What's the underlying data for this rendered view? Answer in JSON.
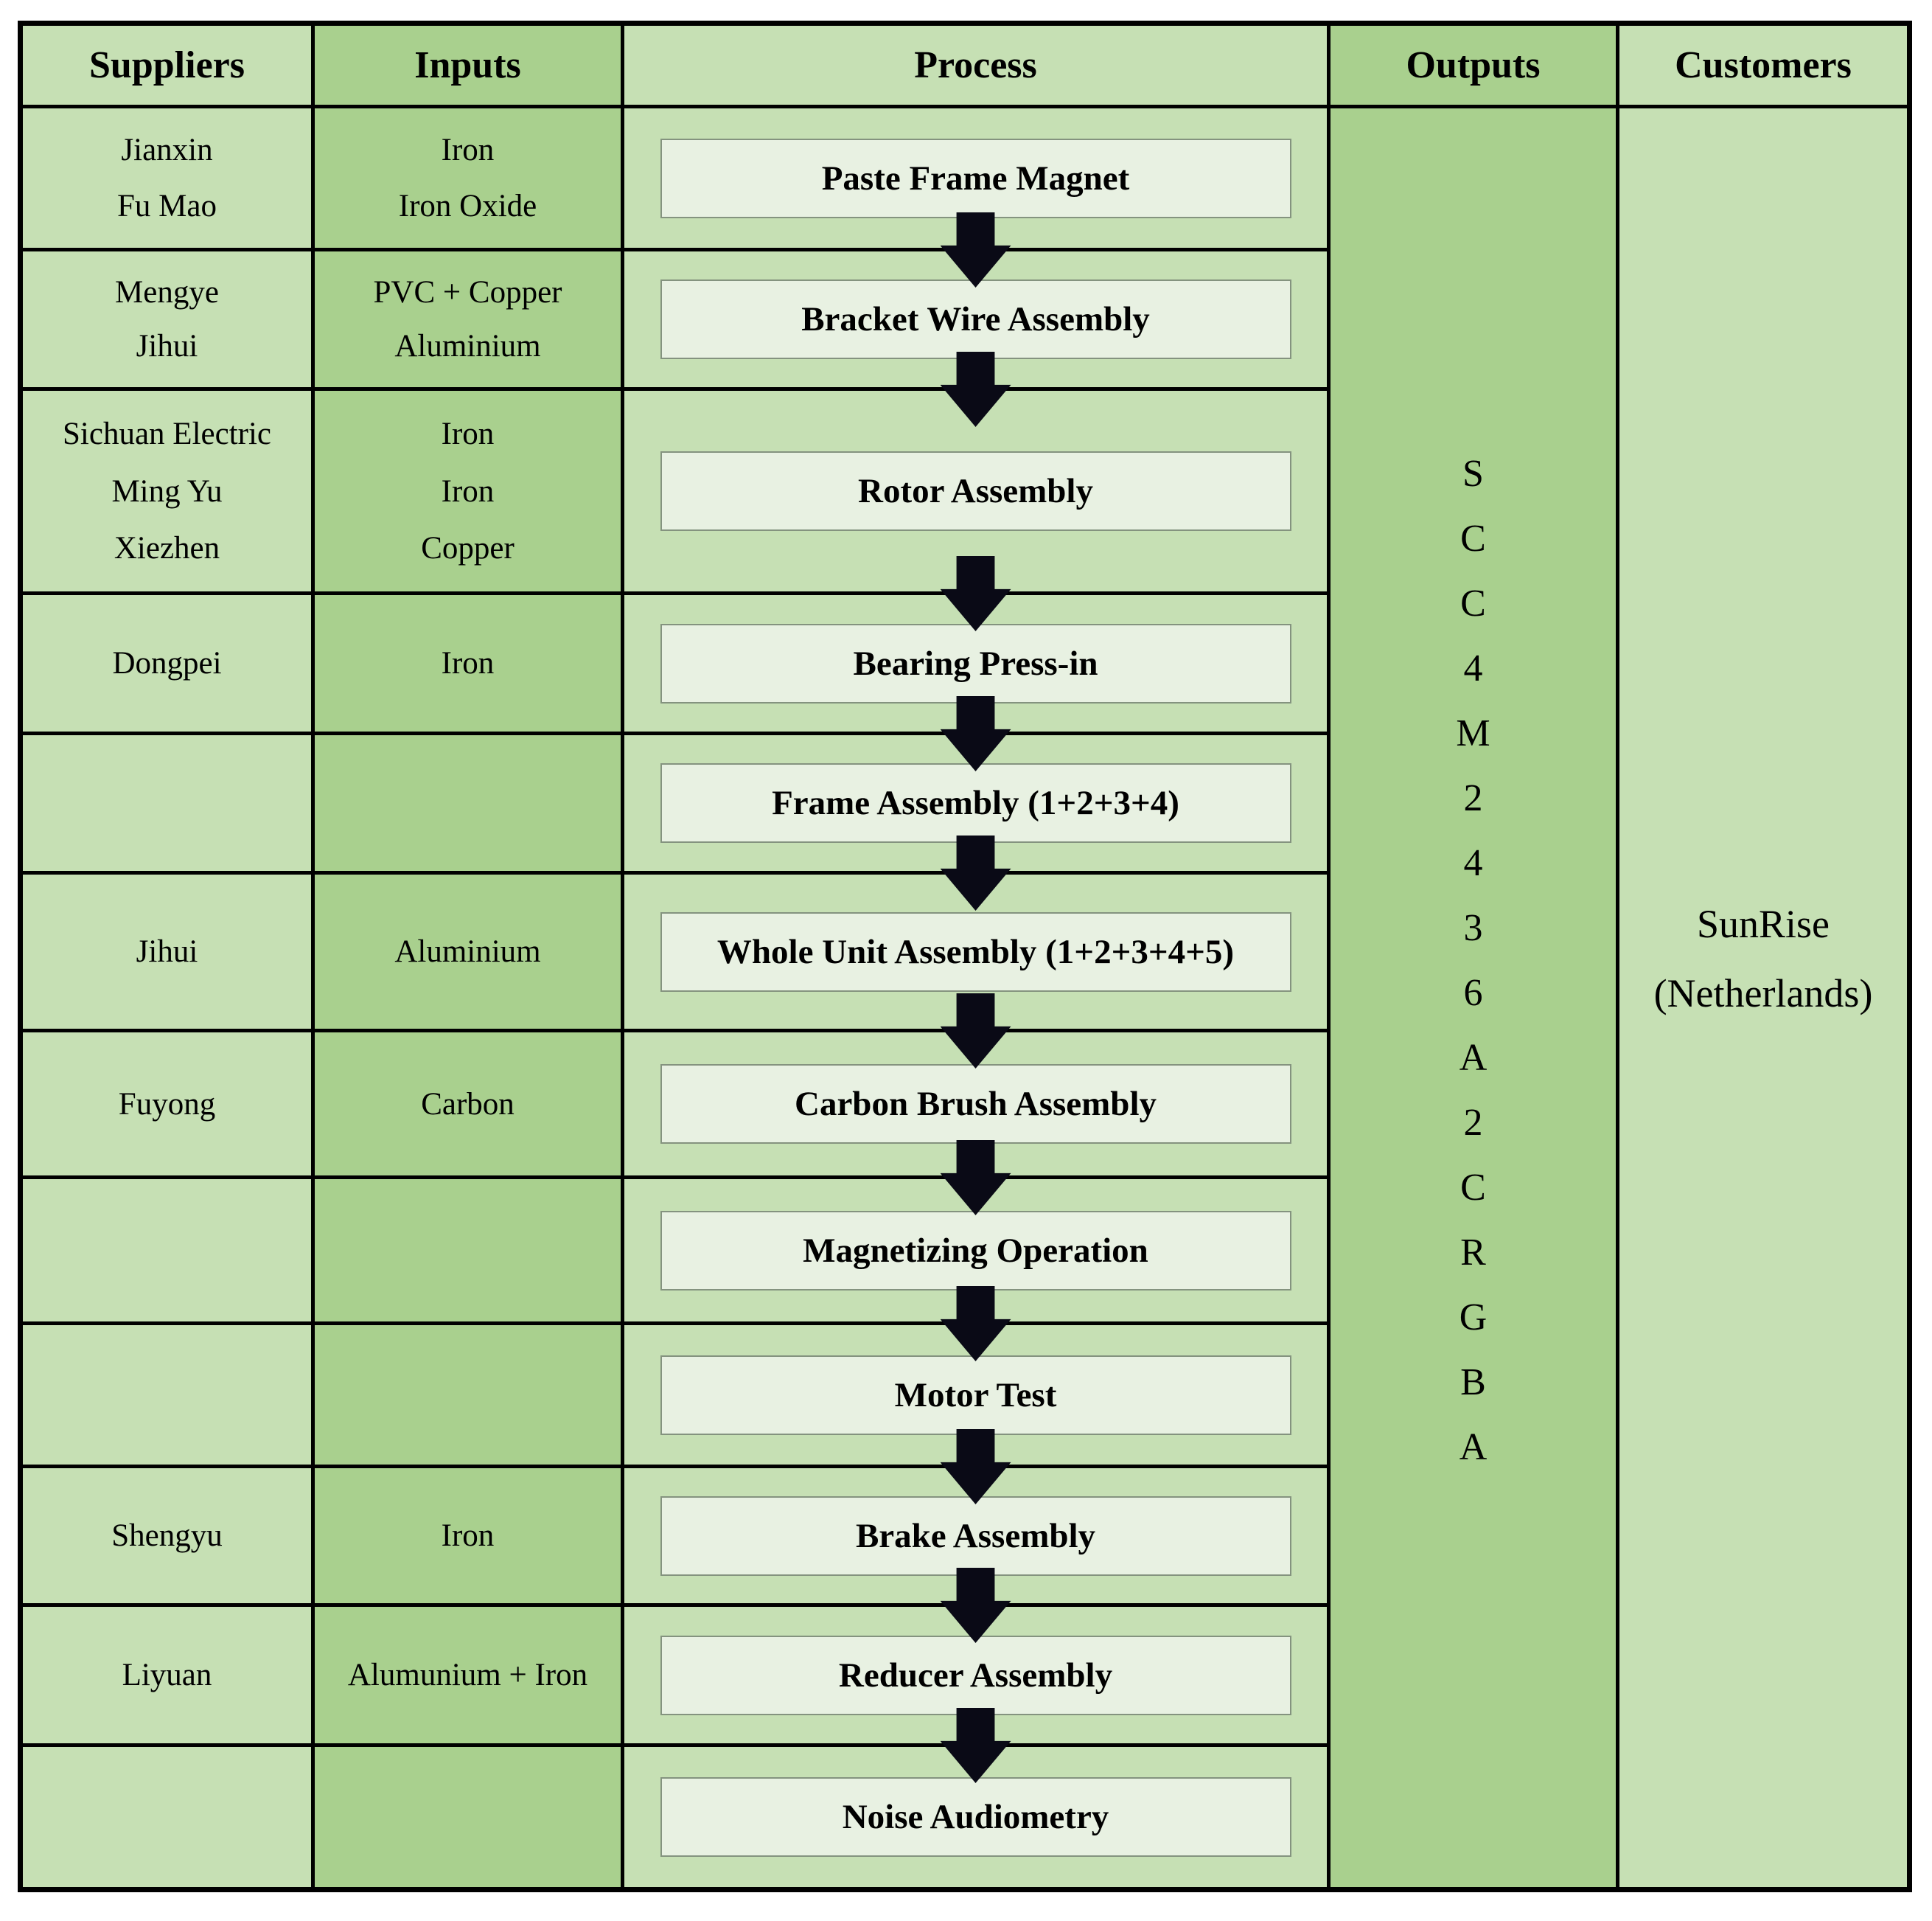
{
  "diagram_type": "SIPOC process diagram",
  "colors": {
    "column_light_green": "#c6e0b4",
    "column_medium_green": "#a9d08e",
    "process_box_fill": "#e8f1e2",
    "grid_border": "#000000",
    "arrow_fill": "#0a0a16"
  },
  "suppliers": {
    "header": "Suppliers",
    "rows": [
      [
        "Jianxin",
        "Fu Mao"
      ],
      [
        "Mengye",
        "Jihui"
      ],
      [
        "Sichuan Electric",
        "Ming Yu",
        "Xiezhen"
      ],
      [
        "Dongpei"
      ],
      [],
      [
        "Jihui"
      ],
      [
        "Fuyong"
      ],
      [],
      [],
      [
        "Shengyu"
      ],
      [
        "Liyuan"
      ],
      []
    ]
  },
  "inputs": {
    "header": "Inputs",
    "rows": [
      [
        "Iron",
        "Iron Oxide"
      ],
      [
        "PVC + Copper",
        "Aluminium"
      ],
      [
        "Iron",
        "Iron",
        "Copper"
      ],
      [
        "Iron"
      ],
      [],
      [
        "Aluminium"
      ],
      [
        "Carbon"
      ],
      [],
      [],
      [
        "Iron"
      ],
      [
        "Alumunium + Iron"
      ],
      []
    ]
  },
  "process": {
    "header": "Process",
    "steps": [
      "Paste Frame Magnet",
      "Bracket Wire Assembly",
      "Rotor Assembly",
      "Bearing Press-in",
      "Frame Assembly (1+2+3+4)",
      "Whole Unit Assembly (1+2+3+4+5)",
      "Carbon Brush Assembly",
      "Magnetizing Operation",
      "Motor Test",
      "Brake Assembly",
      "Reducer Assembly",
      "Noise Audiometry"
    ]
  },
  "outputs": {
    "header": "Outputs",
    "code": "S\nC\nC\n4\nM\n2\n4\n3\n6\nA\n2\nC\nR\nG\nB\nA"
  },
  "customers": {
    "header": "Customers",
    "name": "SunRise",
    "location": "(Netherlands)"
  }
}
